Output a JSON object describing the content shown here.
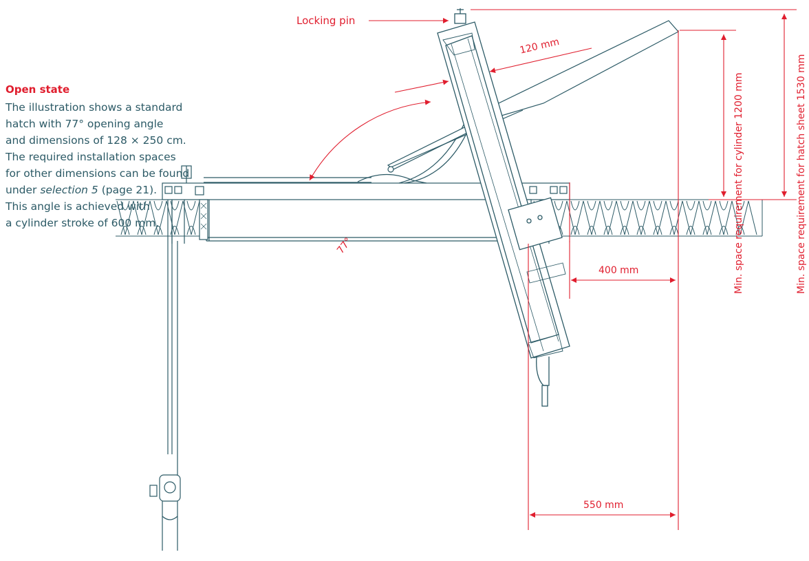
{
  "description": {
    "title": "Open state",
    "line1": "The illustration shows a standard",
    "line2": "hatch with 77° opening angle",
    "line3": "and dimensions of 128 × 250 cm.",
    "line4": "The required installation spaces",
    "line5": "for other dimensions can be found",
    "line6_pre": "under ",
    "line6_em": "selection 5",
    "line6_post": " (page 21).",
    "line7": "This angle is achieved with",
    "line8": "a cylinder stroke of 600 mm."
  },
  "labels": {
    "locking_pin": "Locking pin",
    "dim_120": "120 mm",
    "angle": "77°",
    "dim_400": "400 mm",
    "dim_550": "550 mm",
    "cylinder_space": "Min. space requirement for cylinder 1200 mm",
    "hatch_space": "Min. space requirement for hatch sheet 1530 mm"
  },
  "colors": {
    "drawing_line": "#2c5a66",
    "dimension": "#e01e2e",
    "text": "#2c5a66"
  }
}
